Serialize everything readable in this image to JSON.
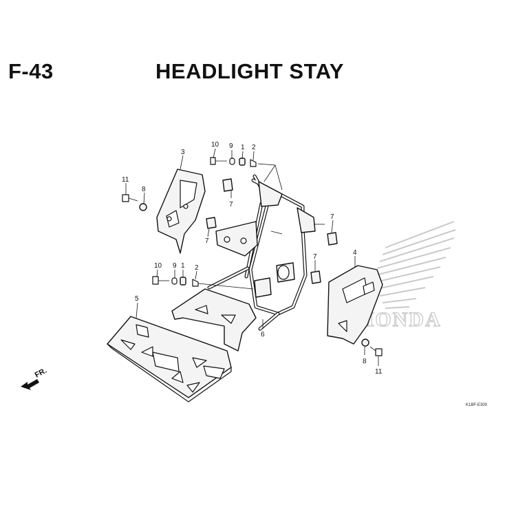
{
  "header": {
    "figure_code": "F-43",
    "title": "HEADLIGHT STAY"
  },
  "callouts": {
    "c10a": "10",
    "c9a": "9",
    "c1a": "1",
    "c2a": "2",
    "c3": "3",
    "c11a": "11",
    "c8a": "8",
    "c7a": "7",
    "c7b": "7",
    "c7c": "7",
    "c7d": "7",
    "c10b": "10",
    "c9b": "9",
    "c1b": "1",
    "c2b": "2",
    "c5": "5",
    "c6": "6",
    "c4": "4",
    "c8b": "8",
    "c11b": "11"
  },
  "direction_label": "FR.",
  "watermark_text": "HONDA",
  "reference_code": "K1BF-E300",
  "colors": {
    "ink": "#111111",
    "watermark": "#c9c9c9"
  }
}
